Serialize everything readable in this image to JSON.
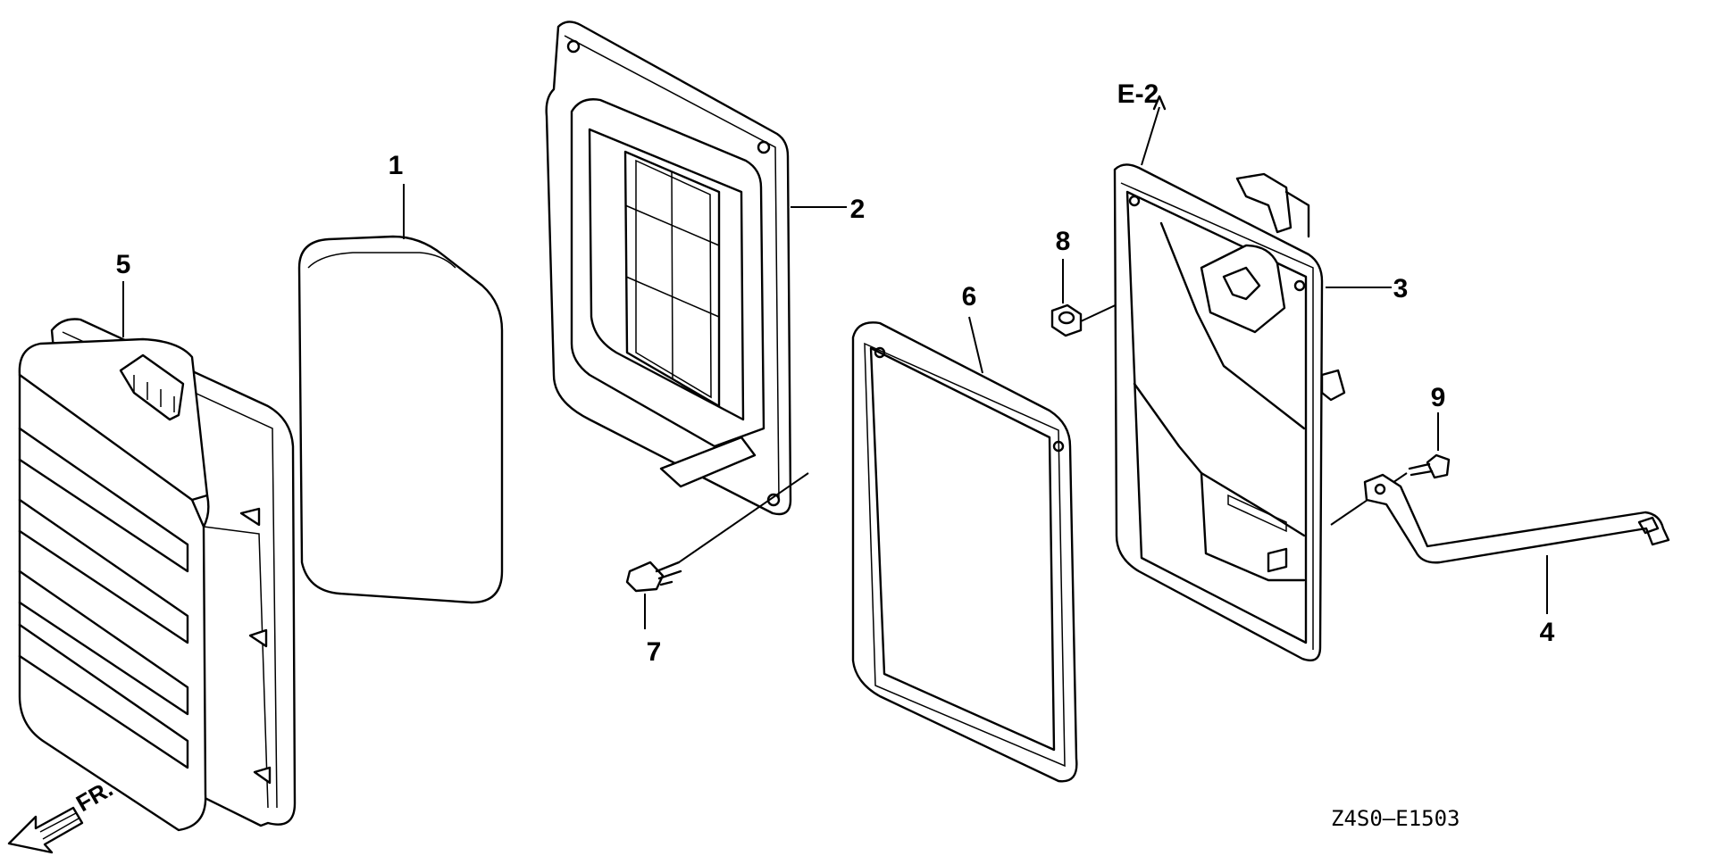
{
  "diagram": {
    "callouts": {
      "part_1": "1",
      "part_2": "2",
      "part_3": "3",
      "part_4": "4",
      "part_5": "5",
      "part_6": "6",
      "part_7": "7",
      "part_8": "8",
      "part_9": "9"
    },
    "reference": "E-2",
    "direction_label": "FR.",
    "drawing_code": "Z4S0—E1503"
  }
}
